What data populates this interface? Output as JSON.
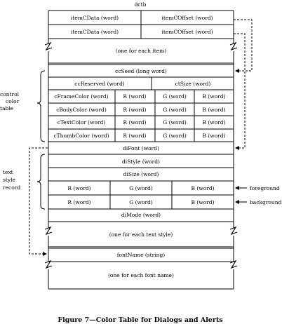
{
  "title": "dctb",
  "rows": {
    "item1_data": "itemCData (word)",
    "item1_offset": "itemCOffset (word)",
    "item2_data": "itemCData (word)",
    "item2_offset": "itemCOffset (word)",
    "items_repeat": "(one for each item)",
    "ccSeed": "ccSeed (long word)",
    "ccReserved": "ccReserved (word)",
    "ctSize": "ctSize (word)",
    "color_rows": [
      {
        "name": "cFrameColor (word)",
        "r": "R (word)",
        "g": "G (word)",
        "b": "B (word)"
      },
      {
        "name": "cBodyColor (word)",
        "r": "R (word)",
        "g": "G (word)",
        "b": "B (word)"
      },
      {
        "name": "cTextColor (word)",
        "r": "R (word)",
        "g": "G (word)",
        "b": "B (word)"
      },
      {
        "name": "cThumbColor (word)",
        "r": "R (word)",
        "g": "G (word)",
        "b": "B (word)"
      }
    ],
    "diFont": "diFont (word)",
    "diStyle": "diStyle (word)",
    "diSize": "diSize (word)",
    "fore": {
      "r": "R (word)",
      "g": "G (word)",
      "b": "B (word)"
    },
    "back": {
      "r": "R (word)",
      "g": "G (word)",
      "b": "B (word)"
    },
    "diMode": "diMode (word)",
    "styles_repeat": "(one for each text style)",
    "fontName": "fontName (string)",
    "fonts_repeat": "(one for each font name)"
  },
  "labels": {
    "control_color_table": [
      "control",
      "color",
      "table"
    ],
    "text_style_record": [
      "text",
      "style",
      "record"
    ],
    "foreground": "foreground",
    "background": "background"
  },
  "caption": "Figure 7—Color Table for Dialogs and Alerts"
}
